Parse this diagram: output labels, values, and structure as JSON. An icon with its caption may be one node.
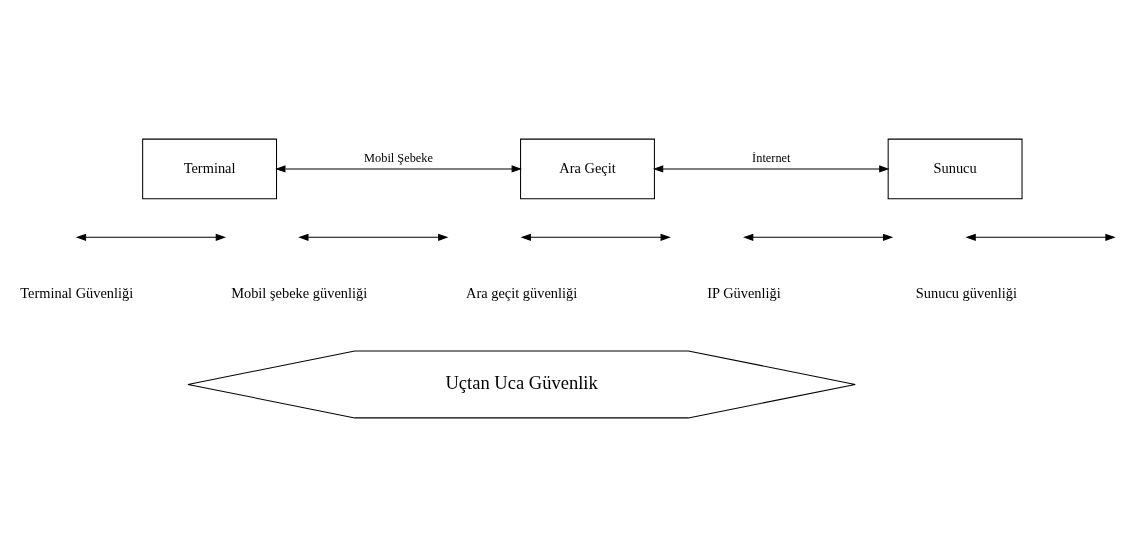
{
  "diagram": {
    "nodes": [
      {
        "text": [
          "Terminal"
        ]
      },
      {
        "text": [
          "Ara Geçit"
        ]
      },
      {
        "text": [
          "Sunucu"
        ]
      },
      {
        "text": [
          "Uçtan Uca Güvenlik"
        ]
      }
    ],
    "edges": [
      {
        "from": 0,
        "to": 1,
        "arrow": "both",
        "label": "Mobil Şebeke"
      },
      {
        "from": 1,
        "to": 2,
        "arrow": "both",
        "label": "İnternet"
      }
    ],
    "labels": [
      "Terminal Güvenliği",
      "Mobil şebeke güvenliği",
      "Ara geçit güvenliği",
      "IP Güvenliği",
      "Sunucu güvenliği"
    ]
  }
}
